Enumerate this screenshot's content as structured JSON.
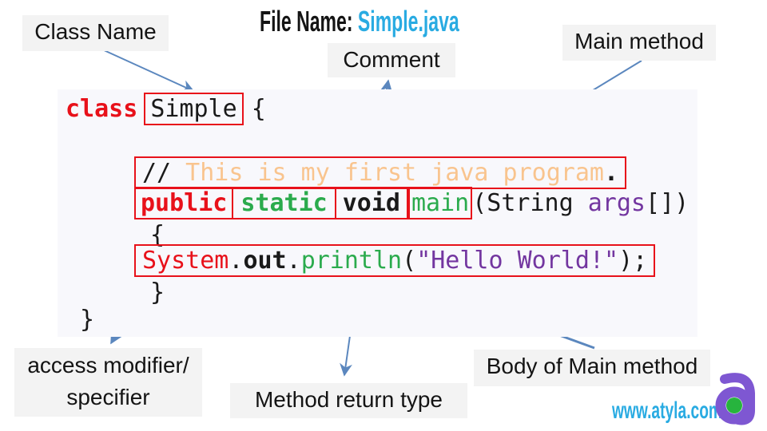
{
  "title": {
    "file_label": "File Name:",
    "file_value": " Simple.java"
  },
  "callouts": {
    "class_name": "Class Name",
    "comment": "Comment",
    "main_method": "Main method",
    "access_modifier_l1": "access modifier/",
    "access_modifier_l2": "specifier",
    "method_return_type": "Method return type",
    "body_of_main": "Body of Main method"
  },
  "code": {
    "class_kw": "class",
    "class_name": "Simple",
    "open_brace": "{",
    "comment_slashes": "//",
    "comment_text": " This is my first java program",
    "comment_period": ".",
    "sig_public": "public",
    "sig_static": "static",
    "sig_void": "void",
    "sig_main": "main",
    "sig_params_open": "(String ",
    "sig_args": "args",
    "sig_params_close": "[])",
    "method_open_brace": "{",
    "print_system": "System",
    "print_dot1": ".",
    "print_out": "out",
    "print_dot2": ".",
    "print_println": "println",
    "print_open": "(",
    "print_string": "\"Hello World!\"",
    "print_close": ");",
    "method_close_brace": "}",
    "class_close_brace": "}"
  },
  "footer": {
    "website": "www.atyla.com"
  },
  "colors": {
    "keyword_red": "#e8111a",
    "box_red": "#e8111a",
    "green": "#2bab4d",
    "purple": "#7336a0",
    "comment_peach": "#f9c48e",
    "cyan": "#29abe2",
    "arrow_blue": "#5b87be",
    "code_background": "#f8f8fc",
    "label_background": "#f3f3f3",
    "logo_purple": "#7e57d2",
    "logo_green": "#27b43e"
  }
}
